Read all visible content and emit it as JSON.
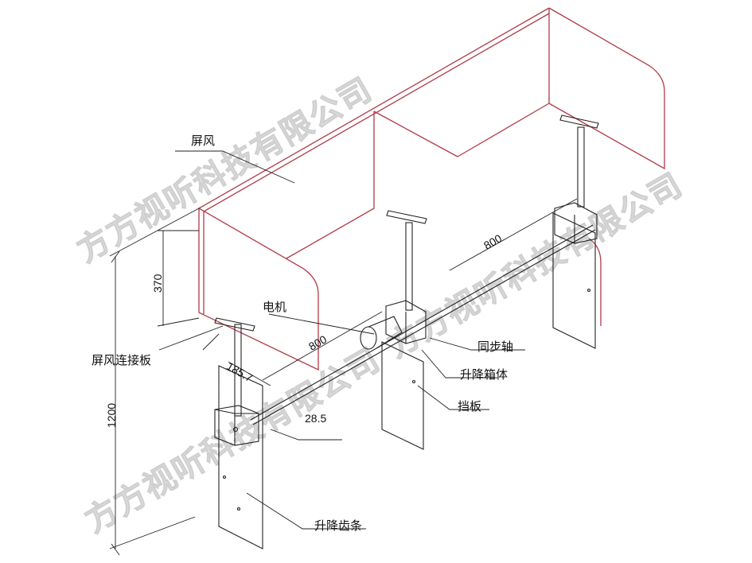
{
  "watermark": {
    "text": "方方视听科技有限公司"
  },
  "labels": {
    "screen": "屏风",
    "motor": "电机",
    "screen_connector_plate": "屏风连接板",
    "sync_shaft": "同步轴",
    "lift_box": "升降箱体",
    "baffle": "挡板",
    "lift_rack": "升降齿条"
  },
  "dimensions": {
    "height_total": "1200",
    "screen_height": "370",
    "spacing_left": "800",
    "spacing_right": "800",
    "offset_a": "185.7",
    "offset_b": "28.5"
  },
  "colors": {
    "screen_outline": "#b03a48",
    "line": "#222222",
    "watermark": "#dcdcdc"
  }
}
